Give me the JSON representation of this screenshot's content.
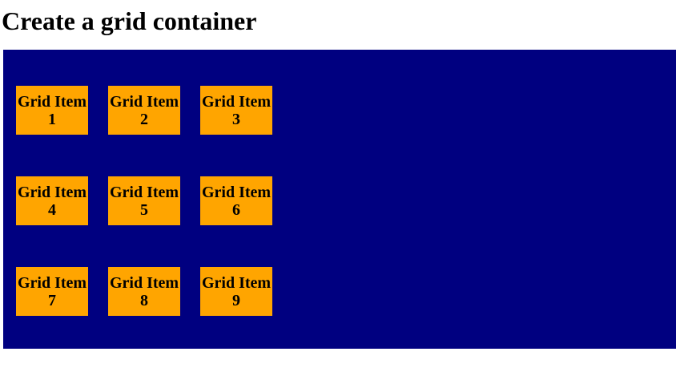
{
  "header": {
    "title": "Create a grid container"
  },
  "theme": {
    "page_background": "#FFFFFF",
    "title_color": "#000000",
    "container_background": "#000080",
    "item_background": "#FFA500",
    "item_text_color": "#000000"
  },
  "grid": {
    "columns": 3,
    "rows": 3,
    "items": [
      {
        "label": "Grid Item 1"
      },
      {
        "label": "Grid Item 2"
      },
      {
        "label": "Grid Item 3"
      },
      {
        "label": "Grid Item 4"
      },
      {
        "label": "Grid Item 5"
      },
      {
        "label": "Grid Item 6"
      },
      {
        "label": "Grid Item 7"
      },
      {
        "label": "Grid Item 8"
      },
      {
        "label": "Grid Item 9"
      }
    ]
  }
}
